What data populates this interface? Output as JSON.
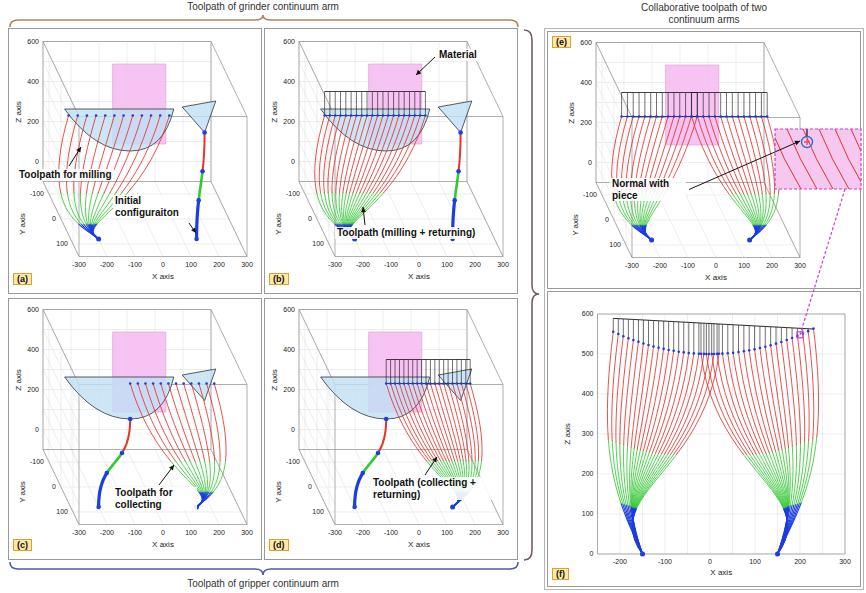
{
  "diagram": {
    "nodes": [
      {
        "text": [
          "(a)",
          "Toolpath for milling",
          "Initial configuraiton",
          "600",
          "400",
          "200",
          "0",
          "Z axis",
          "-100",
          "0",
          "100",
          "Y axis",
          "-300",
          "-200",
          "-100",
          "0",
          "100",
          "200",
          "300",
          "X axis"
        ]
      },
      {
        "text": [
          "(b)",
          "Material",
          "Toolpath (milling + returning)",
          "600",
          "400",
          "200",
          "0",
          "Z axis",
          "-100",
          "0",
          "100",
          "Y axis",
          "-300",
          "-200",
          "-100",
          "0",
          "100",
          "200",
          "300",
          "X axis"
        ]
      },
      {
        "text": [
          "(c)",
          "Toolpath for collecting",
          "600",
          "400",
          "200",
          "0",
          "Z axis",
          "-100",
          "0",
          "100",
          "Y axis",
          "-300",
          "-200",
          "-100",
          "0",
          "100",
          "200",
          "300",
          "X axis"
        ]
      },
      {
        "text": [
          "(d)",
          "Toolpath (collecting + returning)",
          "600",
          "400",
          "200",
          "0",
          "Z axis",
          "-100",
          "0",
          "100",
          "Y axis",
          "-300",
          "-200",
          "-100",
          "0",
          "100",
          "200",
          "300",
          "X axis"
        ]
      },
      {
        "text": [
          "Collaborative toolpath of two continuum arms"
        ]
      },
      {
        "text": [
          "(e)",
          "Normal with piece",
          "600",
          "400",
          "200",
          "0",
          "Z axis",
          "-100",
          "0",
          "100",
          "Y axis",
          "-300",
          "-200",
          "-100",
          "0",
          "100",
          "200",
          "300",
          "X axis"
        ],
        "in": 4
      },
      {
        "text": [
          "(f)",
          "600",
          "500",
          "400",
          "300",
          "200",
          "100",
          "0",
          "Z axis",
          "-200",
          "-100",
          "0",
          "100",
          "200",
          "300",
          "X axis"
        ],
        "in": 4
      }
    ],
    "labels": [
      "Toolpath of grinder continuum arm",
      "Toolpath of gripper continuum arm"
    ]
  }
}
